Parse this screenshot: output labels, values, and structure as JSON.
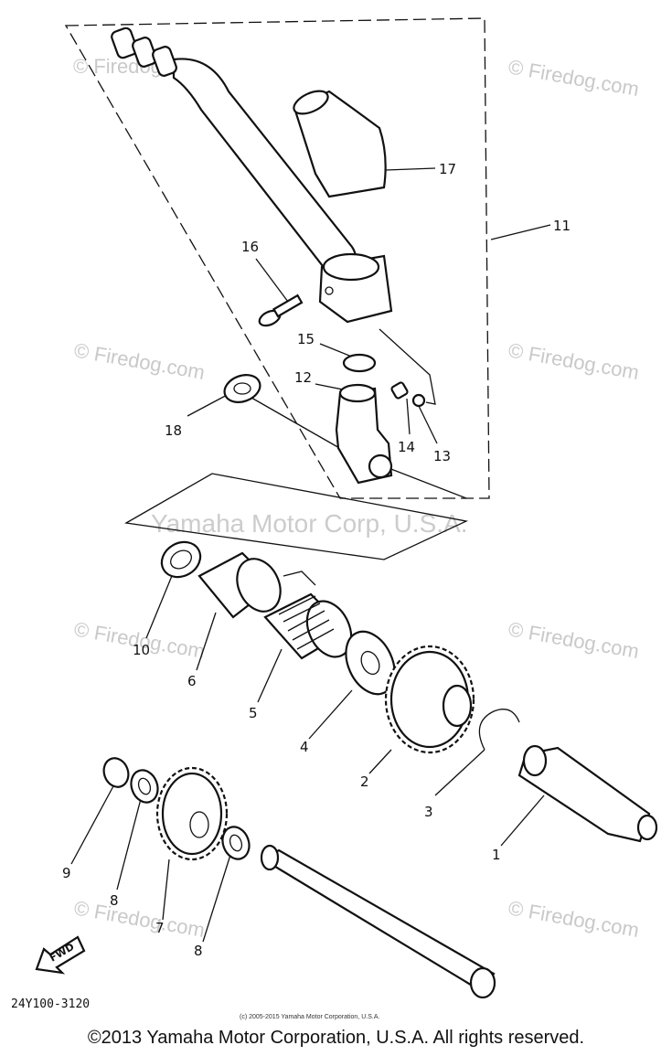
{
  "labels": {
    "p1": "1",
    "p2": "2",
    "p3": "3",
    "p4": "4",
    "p5": "5",
    "p6": "6",
    "p7": "7",
    "p8a": "8",
    "p8b": "8",
    "p9": "9",
    "p10": "10",
    "p11": "11",
    "p12": "12",
    "p13": "13",
    "p14": "14",
    "p15": "15",
    "p16": "16",
    "p17": "17",
    "p18": "18"
  },
  "watermarks": {
    "firedog": "© Firedog.com",
    "yamaha": "Yamaha Motor Corp, U.S.A."
  },
  "fwd_label": "FWD",
  "diagram_code": "24Y100-3120",
  "small_copyright": "(c) 2005-2015 Yamaha Motor Corporation, U.S.A.",
  "footer_copyright": "©2013 Yamaha Motor Corporation, U.S.A. All rights reserved."
}
